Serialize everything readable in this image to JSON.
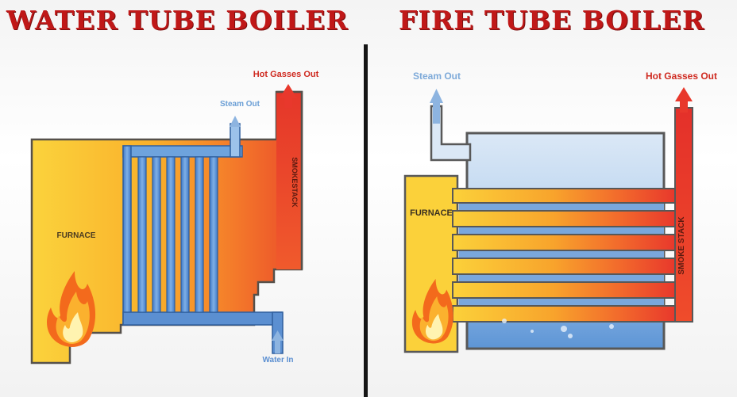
{
  "left": {
    "title": "WATER TUBE BOILER",
    "labels": {
      "hot_gasses_out": "Hot Gasses Out",
      "steam_out": "Steam Out",
      "furnace": "FURNACE",
      "smokestack": "SMOKESTACK",
      "water_in": "Water In"
    }
  },
  "right": {
    "title": "FIRE TUBE BOILER",
    "labels": {
      "steam_out": "Steam Out",
      "hot_gasses_out": "Hot Gasses Out",
      "furnace": "FURNACE",
      "smoke_stack": "SMOKE STACK"
    }
  },
  "colors": {
    "title_red": "#c01818",
    "fire_yellow": "#fbd13a",
    "fire_orange": "#f7941d",
    "hot_red": "#e8382c",
    "water_blue": "#5b8fd1",
    "steam_blue": "#8db4e0",
    "water_light": "#cfe1f4"
  },
  "icons": [
    "flame-icon",
    "up-arrow-icon"
  ]
}
